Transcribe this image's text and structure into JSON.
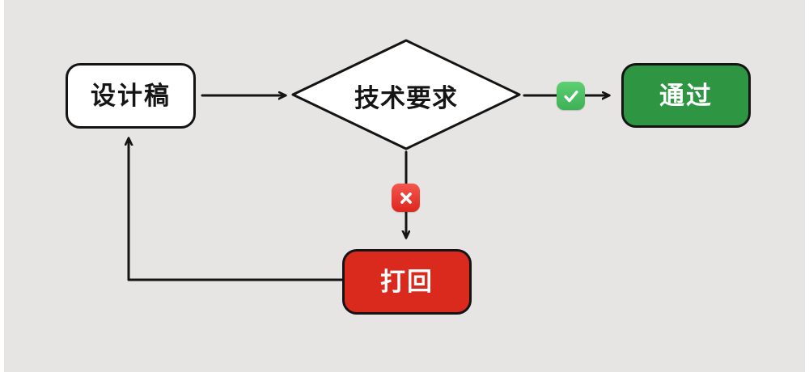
{
  "diagram": {
    "type": "flowchart",
    "description": "Design review flow: design draft is checked against technical requirements; pass leads to approval, fail is sent back to the design draft",
    "page_background": "#ffffff",
    "stage_background": "#e7e5e3",
    "stroke_color": "#141414",
    "nodes": {
      "design_draft": {
        "label": "设计稿",
        "shape": "rounded-rect",
        "fill": "#ffffff",
        "text_color": "#151515"
      },
      "tech_requirements": {
        "label": "技术要求",
        "shape": "diamond",
        "fill": "#ffffff",
        "text_color": "#151515"
      },
      "pass": {
        "label": "通过",
        "shape": "rounded-rect",
        "fill": "#2e9643",
        "text_color": "#ffffff"
      },
      "reject": {
        "label": "打回",
        "shape": "rounded-rect",
        "fill": "#da2a1e",
        "text_color": "#ffffff"
      }
    },
    "icons": {
      "check_mark": {
        "meaning": "approved",
        "background": "#4cc263",
        "glyph_color": "#ffffff"
      },
      "cross_mark": {
        "meaning": "rejected",
        "background": "#ee3a31",
        "glyph_color": "#ffffff"
      }
    },
    "edges": [
      {
        "from": "design_draft",
        "to": "tech_requirements",
        "marker": null
      },
      {
        "from": "tech_requirements",
        "to": "pass",
        "marker": "check_mark"
      },
      {
        "from": "tech_requirements",
        "to": "reject",
        "marker": "cross_mark"
      },
      {
        "from": "reject",
        "to": "design_draft",
        "marker": null
      }
    ]
  }
}
